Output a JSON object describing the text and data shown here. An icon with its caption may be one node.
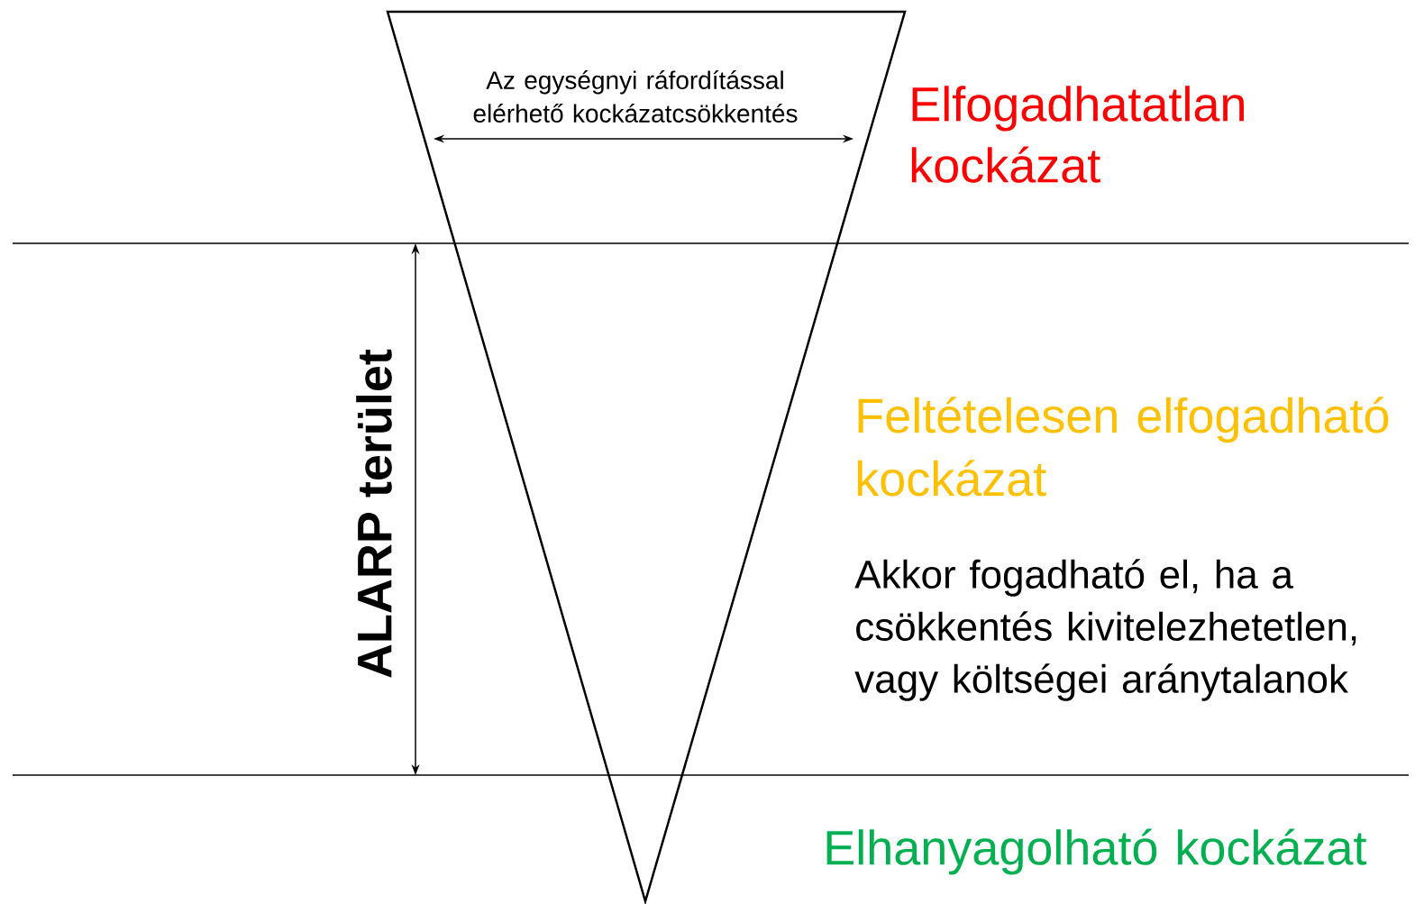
{
  "diagram": {
    "nodes": [
      {
        "text": [
          "Az egységnyi ráfordítással elérhető kockázatcsökkentés"
        ]
      }
    ],
    "labels": [
      "Elfogadhatatlan kockázat",
      "ALARP terület",
      "Feltételesen elfogadható kockázat",
      "Akkor fogadható el, ha a csökkentés kivitelezhetetlen, vagy költségei aránytalanok",
      "Elhanyagolható kockázat"
    ]
  }
}
